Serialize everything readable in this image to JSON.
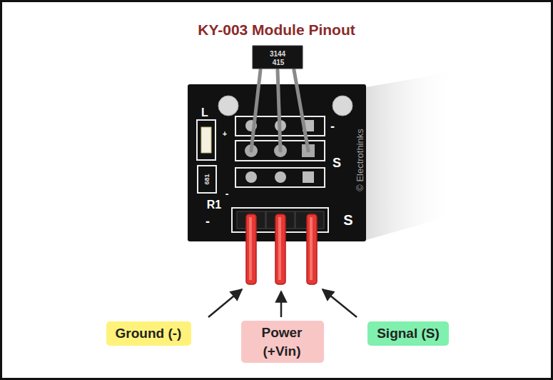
{
  "diagram": {
    "title": "KY-003 Module Pinout",
    "nodes": [
      {
        "text": [
          "Ground (-)"
        ]
      },
      {
        "text": [
          "Power (+Vin)"
        ]
      },
      {
        "text": [
          "Signal (S)"
        ]
      }
    ],
    "labels": [
      "3144",
      "415",
      "L",
      "+",
      "681",
      "R1",
      "-",
      "-",
      "-",
      "S",
      "S",
      "© Electrothinks"
    ]
  }
}
